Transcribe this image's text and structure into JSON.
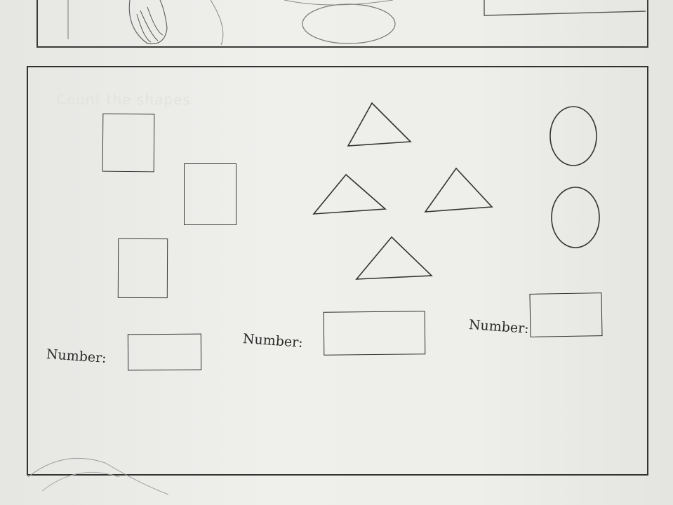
{
  "worksheet": {
    "title": "Count the shapes",
    "answers": [
      {
        "label": "Number:",
        "value": ""
      },
      {
        "label": "Number:",
        "value": ""
      },
      {
        "label": "Number:",
        "value": ""
      }
    ]
  },
  "shapes": {
    "rectangles": 3,
    "triangles": 4,
    "circles": 2
  },
  "colors": {
    "ink": "#333333",
    "paper": "#ecece9"
  }
}
